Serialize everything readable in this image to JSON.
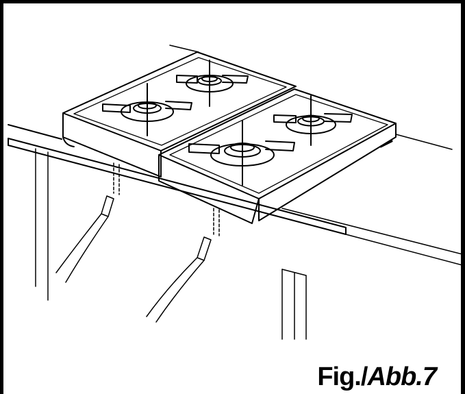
{
  "figure": {
    "caption_prefix": "Fig./",
    "caption_suffix": "Abb.7"
  },
  "illustration": {
    "subject": "two-gas-hob-units-on-worktop",
    "line_color": "#000000",
    "background_color": "#ffffff"
  }
}
